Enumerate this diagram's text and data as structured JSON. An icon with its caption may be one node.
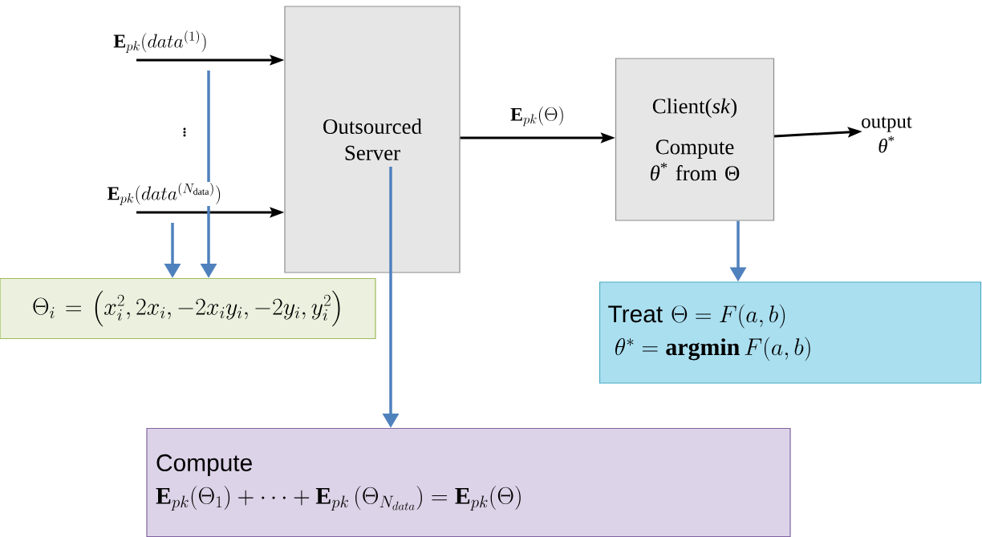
{
  "diagram": {
    "nodes": [
      {
        "text": [
          "Outsourced Server"
        ]
      },
      {
        "text": [
          "Client(*sk*)",
          "Compute *θ*$^{*}$ from Θ"
        ]
      },
      {
        "text": [
          "output *θ*$^{*}$"
        ]
      },
      {
        "text": [
          "\\Theta_i = \\left(x_i^2, 2x_i, -2x_i y_i, -2y_i, y_i^2\\right)"
        ]
      },
      {
        "text": [
          "\\text{Treat }\\Theta = F(a,b)",
          "\\;\\theta^* = \\mathbf{argmin}\\,F(a,b)"
        ]
      },
      {
        "text": [
          "Compute",
          "\\mathbf{E}_{pk}(\\Theta_1)+\\cdots+\\mathbf{E}_{pk}\\left(\\Theta_{N_{data}}\\right)=\\mathbf{E}_{pk}(\\Theta)"
        ]
      }
    ],
    "edges": [
      {
        "from": null,
        "to": 0,
        "arrow": "to",
        "label": "\\mathbf{E}_{pk}(data^{(1)})"
      },
      {
        "from": null,
        "to": 0,
        "arrow": "to",
        "label": "\\mathbf{E}_{pk}(data^{(N_{\\mathrm{data}})})"
      },
      {
        "from": 0,
        "to": 1,
        "arrow": "to",
        "label": "\\mathbf{E}_{pk}(\\Theta)"
      },
      {
        "from": 1,
        "to": 2,
        "arrow": "to"
      },
      {
        "from": null,
        "to": 3,
        "arrow": "to",
        "color": "#4f81bd"
      },
      {
        "from": null,
        "to": 3,
        "arrow": "to",
        "color": "#4f81bd"
      },
      {
        "from": 0,
        "to": 5,
        "arrow": "to",
        "color": "#4f81bd"
      },
      {
        "from": 1,
        "to": 4,
        "arrow": "to",
        "color": "#4f81bd"
      }
    ],
    "labels": [
      "\\vdots"
    ]
  }
}
